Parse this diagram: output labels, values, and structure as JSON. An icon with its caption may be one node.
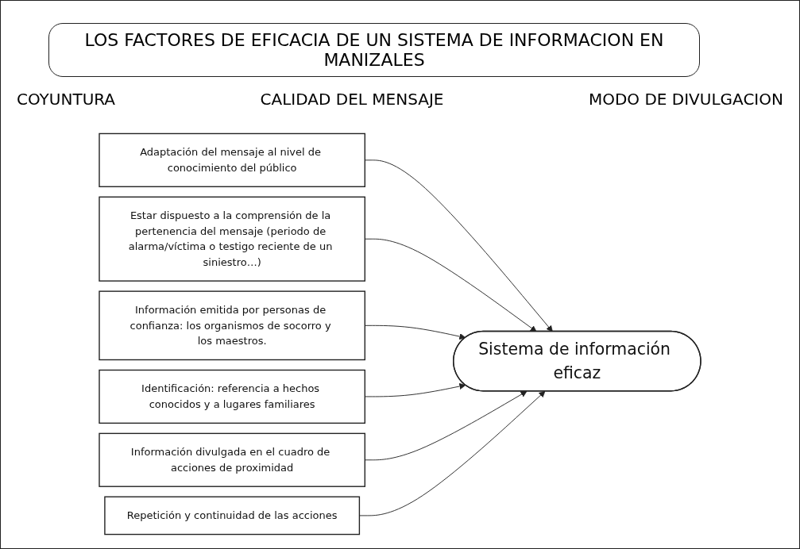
{
  "diagram": {
    "title": "LOS FACTORES DE EFICACIA DE UN SISTEMA DE INFORMACION EN MANIZALES",
    "nodes": [
      {
        "text": [
          "Estar dispuesto a la comprensión de la pertenencia del mensaje (periodo de alarma/víctima o testigo reciente de un siniestro…)"
        ]
      },
      {
        "text": [
          "Adaptación del mensaje al nivel de conocimiento del público"
        ]
      },
      {
        "text": [
          "Información emitida por personas de confianza: los organismos de socorro y los maestros."
        ]
      },
      {
        "text": [
          "Sistema de información eficaz"
        ]
      },
      {
        "text": [
          "Información divulgada en el cuadro de acciones de proximidad"
        ]
      },
      {
        "text": [
          "Identificación: referencia a hechos conocidos y a lugares familiares"
        ]
      },
      {
        "text": [
          "Repetición y continuidad de las acciones"
        ]
      }
    ],
    "edges": [
      {
        "from": 1,
        "to": 3,
        "arrow": "to"
      },
      {
        "from": 0,
        "to": 3,
        "arrow": "to"
      },
      {
        "from": 2,
        "to": 3,
        "arrow": "to"
      },
      {
        "from": 5,
        "to": 3,
        "arrow": "to"
      },
      {
        "from": 4,
        "to": 3,
        "arrow": "to"
      },
      {
        "from": 6,
        "to": 3,
        "arrow": "to"
      }
    ],
    "labels": [
      "COYUNTURA",
      "CALIDAD DEL MENSAJE",
      "MODO DE DIVULGACION"
    ]
  }
}
